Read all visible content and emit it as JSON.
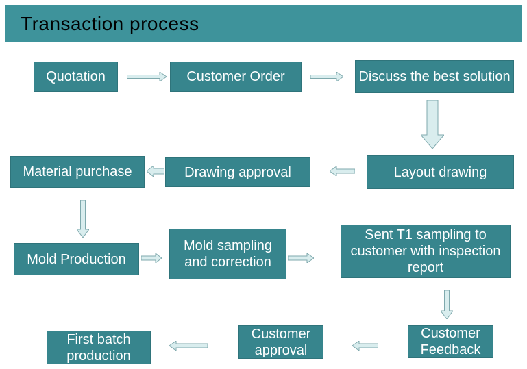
{
  "header": {
    "title": "Transaction process"
  },
  "colors": {
    "header_bg": "#3E939B",
    "header_text": "#000000",
    "box_bg": "#37858D",
    "box_border": "#2F747B",
    "box_text": "#FFFFFF",
    "arrow_fill": "#D9EDEE",
    "arrow_stroke": "#7FA9AD",
    "page_bg": "#FFFFFF"
  },
  "flow": {
    "steps": [
      {
        "id": "quotation",
        "label": "Quotation"
      },
      {
        "id": "customer-order",
        "label": "Customer Order"
      },
      {
        "id": "discuss-best-solution",
        "label": "Discuss the best solution"
      },
      {
        "id": "layout-drawing",
        "label": "Layout drawing"
      },
      {
        "id": "drawing-approval",
        "label": "Drawing approval"
      },
      {
        "id": "material-purchase",
        "label": "Material purchase"
      },
      {
        "id": "mold-production",
        "label": "Mold Production"
      },
      {
        "id": "mold-sampling-correction",
        "label": "Mold sampling and correction"
      },
      {
        "id": "sent-t1-sampling",
        "label": "Sent T1 sampling to customer with inspection report"
      },
      {
        "id": "customer-feedback",
        "label": "Customer Feedback"
      },
      {
        "id": "customer-approval",
        "label": "Customer approval"
      },
      {
        "id": "first-batch-production",
        "label": "First batch production"
      }
    ],
    "edges": [
      {
        "from": "Quotation",
        "to": "Customer Order",
        "direction": "right"
      },
      {
        "from": "Customer Order",
        "to": "Discuss the best solution",
        "direction": "right"
      },
      {
        "from": "Discuss the best solution",
        "to": "Layout drawing",
        "direction": "down"
      },
      {
        "from": "Layout drawing",
        "to": "Drawing approval",
        "direction": "left"
      },
      {
        "from": "Drawing approval",
        "to": "Material purchase",
        "direction": "left"
      },
      {
        "from": "Material purchase",
        "to": "Mold Production",
        "direction": "down"
      },
      {
        "from": "Mold Production",
        "to": "Mold sampling and correction",
        "direction": "right"
      },
      {
        "from": "Mold sampling and correction",
        "to": "Sent T1 sampling to customer with inspection report",
        "direction": "right"
      },
      {
        "from": "Sent T1 sampling to customer with inspection report",
        "to": "Customer Feedback",
        "direction": "down"
      },
      {
        "from": "Customer Feedback",
        "to": "Customer approval",
        "direction": "left"
      },
      {
        "from": "Customer approval",
        "to": "First batch production",
        "direction": "left"
      }
    ]
  }
}
